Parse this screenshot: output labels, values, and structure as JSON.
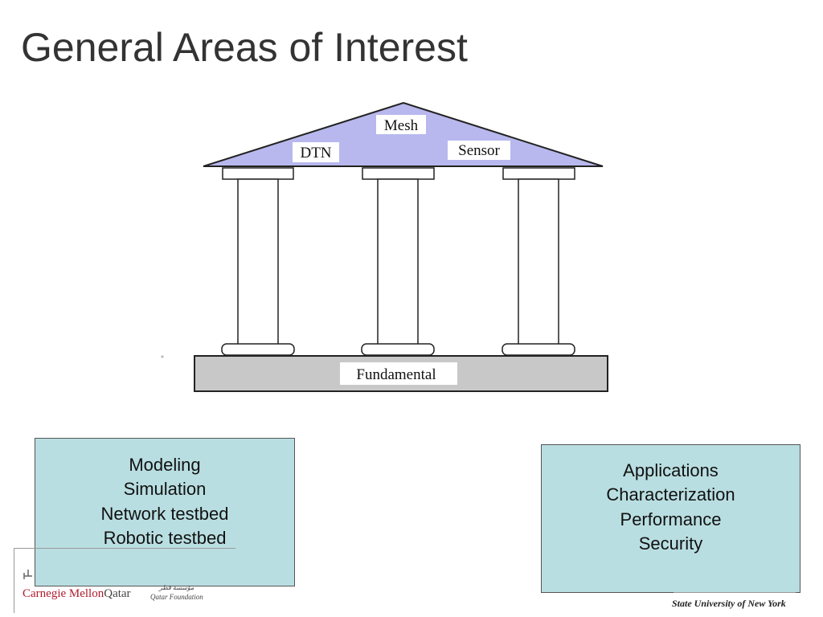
{
  "slide": {
    "title": "General Areas of Interest"
  },
  "diagram": {
    "roof_labels": {
      "top": "Mesh",
      "left": "DTN",
      "right": "Sensor"
    },
    "base_label": "Fundamental",
    "colors": {
      "roof_fill": "#b8b8ee",
      "base_fill": "#c8c8c8",
      "column_fill": "#ffffff",
      "stroke": "#222222"
    }
  },
  "left_box": {
    "lines": [
      "Modeling",
      "Simulation",
      "Network testbed",
      "Robotic testbed"
    ],
    "background": "#b9dee1"
  },
  "right_box": {
    "lines": [
      "Applications",
      "Characterization",
      "Performance",
      "Security"
    ],
    "background": "#b9dee1"
  },
  "footer": {
    "left_logo_main": "Carnegie Mellon",
    "left_logo_suffix": "Qatar",
    "foundation_arabic": "مؤسسة قطر",
    "foundation_name": "Qatar Foundation",
    "right_logo": "State University of New York"
  }
}
